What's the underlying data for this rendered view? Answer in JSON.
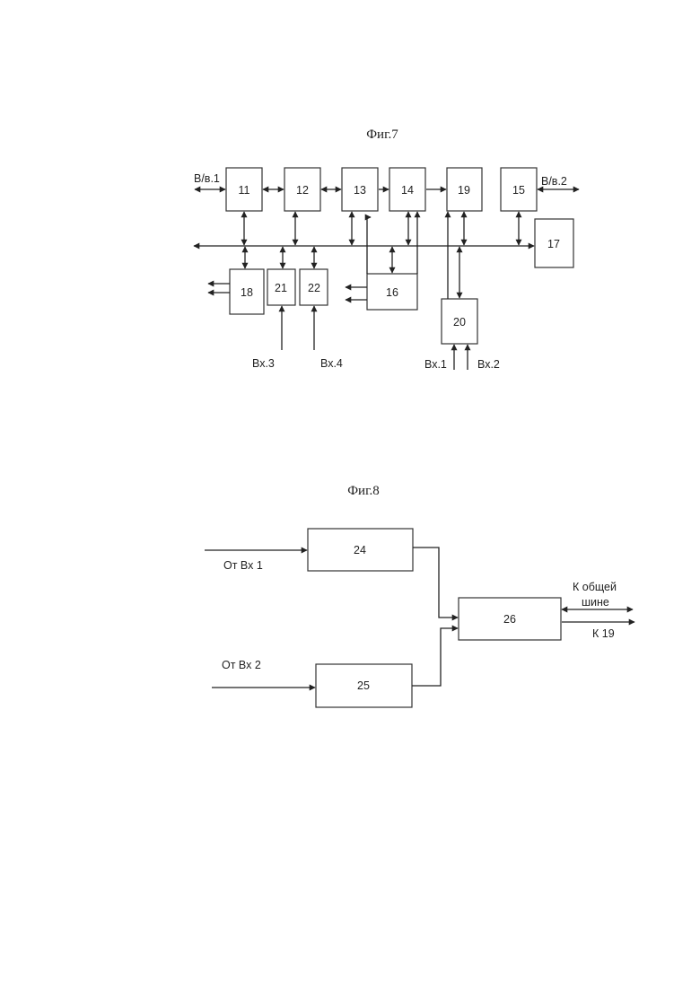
{
  "fig7": {
    "title": "Фиг.7",
    "blocks": {
      "b11": "11",
      "b12": "12",
      "b13": "13",
      "b14": "14",
      "b19": "19",
      "b15": "15",
      "b17": "17",
      "b18": "18",
      "b21": "21",
      "b22": "22",
      "b16": "16",
      "b20": "20"
    },
    "labels": {
      "io1": "В/в.1",
      "io2": "В/в.2",
      "in1": "Вх.1",
      "in2": "Вх.2",
      "in3": "Вх.3",
      "in4": "Вх.4"
    }
  },
  "fig8": {
    "title": "Фиг.8",
    "blocks": {
      "b24": "24",
      "b25": "25",
      "b26": "26"
    },
    "labels": {
      "from_in1": "От Вх 1",
      "from_in2": "От Вх 2",
      "to_bus_line1": "К общей",
      "to_bus_line2": "шине",
      "to_19": "К 19"
    }
  }
}
